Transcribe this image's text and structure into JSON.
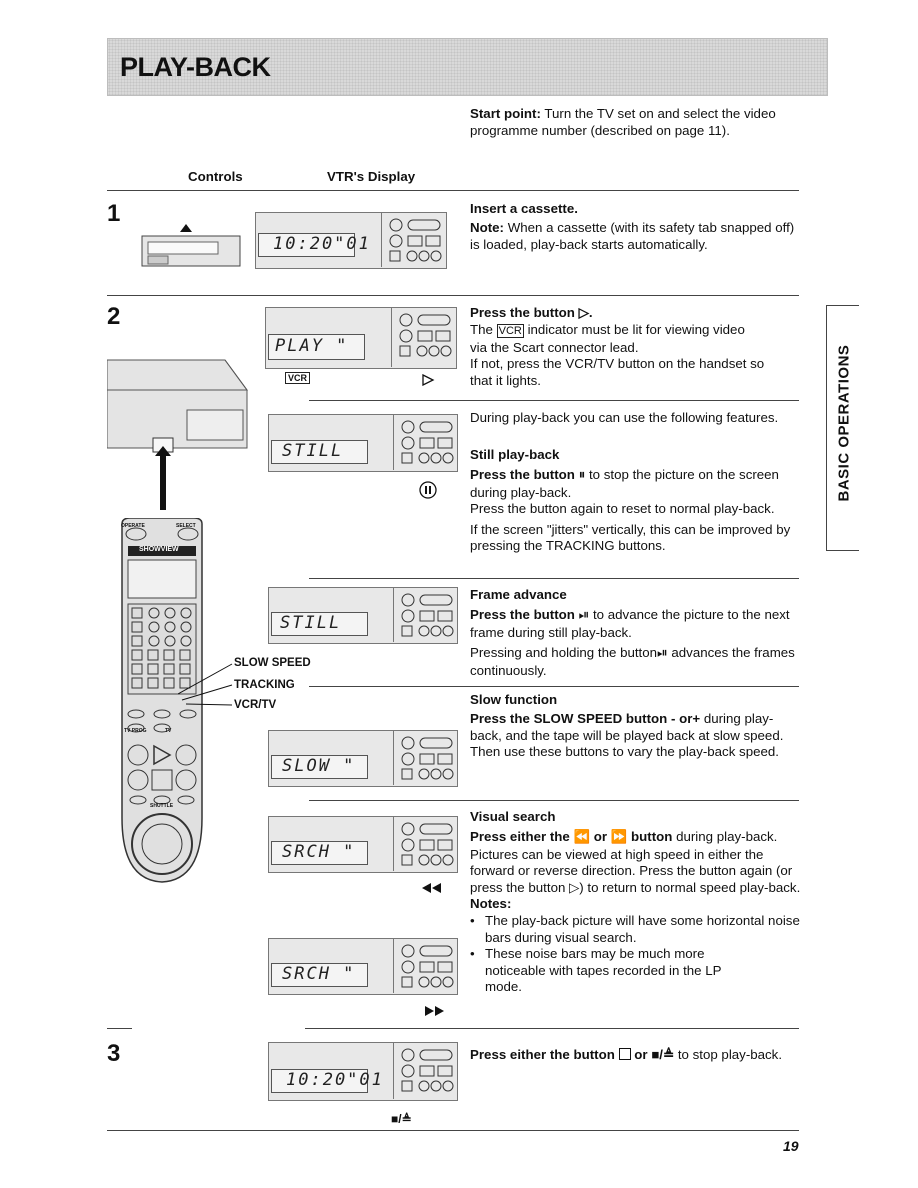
{
  "header": {
    "title": "PLAY-BACK"
  },
  "start_point": {
    "label": "Start point:",
    "text": "Turn the TV set on and select the video programme number (described on page 11)."
  },
  "columns": {
    "controls": "Controls",
    "display": "VTR's Display"
  },
  "side_tab": "BASIC OPERATIONS",
  "page_number": "19",
  "displays": {
    "d1": "10:20\"01",
    "d2": "PLAY \"",
    "d3": "STILL",
    "d4": "STILL",
    "d5": "SLOW \"",
    "d6": "SRCH \"",
    "d7": "SRCH \"",
    "d8": "10:20\"01"
  },
  "display_labels": {
    "vcr": "VCR"
  },
  "remote": {
    "operate": "OPERATE",
    "select": "SELECT",
    "brand": "SHOWVIEW",
    "tv_prog": "TV PROG",
    "tv": "TV",
    "shuttle": "SHUTTLE",
    "callouts": {
      "slow_speed": "SLOW SPEED",
      "tracking": "TRACKING",
      "vcr_tv": "VCR/TV"
    }
  },
  "steps": {
    "s1": {
      "num": "1",
      "heading": "Insert a cassette.",
      "note_label": "Note:",
      "note_text": "When a cassette (with its safety tab snapped off) is loaded, play-back starts automatically."
    },
    "s2": {
      "num": "2",
      "heading": "Press the button ▷.",
      "line1a": "The",
      "line1_vcr": "VCR",
      "line1b": "indicator must be lit for viewing video",
      "line2": "via the Scart connector lead.",
      "line3": "If not, press the VCR/TV button on the handset so",
      "line4": "that it lights."
    },
    "features_intro": "During play-back you can use the following features.",
    "still": {
      "heading": "Still play-back",
      "p1_bold": "Press the button",
      "p1_rest": "to stop the picture on the screen during play-back.",
      "p2": "Press the button again to reset to normal play-back.",
      "p3": "If the screen \"jitters\" vertically, this can be improved by pressing the TRACKING buttons."
    },
    "frame": {
      "heading": "Frame advance",
      "p1_bold": "Press the button",
      "p1_rest": "to advance the picture to the next frame during still play-back.",
      "p2a": "Pressing and holding the button",
      "p2b": "advances the frames continuously."
    },
    "slow": {
      "heading": "Slow function",
      "p1_bold": "Press the SLOW SPEED button - or+",
      "p1_rest": "during play-back, and the tape will be played back at slow speed.",
      "p2": "Then use these buttons to vary the play-back speed."
    },
    "search": {
      "heading": "Visual search",
      "p1_bold_a": "Press either the",
      "p1_or": "or",
      "p1_bold_b": "button",
      "p1_rest": "during play-back.",
      "p2": "Pictures can be viewed at high speed in either the forward or reverse direction. Press the button again (or press the button ▷) to return to normal speed play-back.",
      "notes_label": "Notes:",
      "note1": "The play-back picture will have some horizontal noise bars during visual search.",
      "note2": "These noise bars may be much more noticeable with tapes recorded in the LP mode."
    },
    "s3": {
      "num": "3",
      "text_bold_a": "Press either the button",
      "text_or": "or",
      "text_bold_b": "■/≜",
      "text_rest": "to stop play-back.",
      "stop_eject": "■/≜"
    }
  }
}
